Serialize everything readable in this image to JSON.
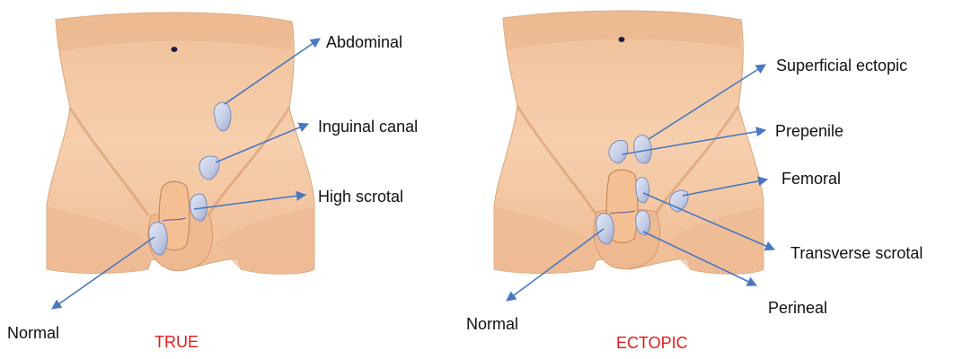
{
  "colors": {
    "skin": "#f4c9a4",
    "skin_shadow": "#e2ad82",
    "skin_dark": "#d69a6d",
    "testis": "#c3cbe4",
    "testis_edge": "#7f8cb6",
    "arrow": "#4a77c2",
    "caption": "#e21b1b",
    "navel": "#1c2140"
  },
  "true_panel": {
    "caption": "TRUE",
    "labels": {
      "abdominal": "Abdominal",
      "inguinal": "Inguinal canal",
      "high_scrotal": "High scrotal",
      "normal": "Normal"
    }
  },
  "ectopic_panel": {
    "caption": "ECTOPIC",
    "labels": {
      "superficial": "Superficial ectopic",
      "prepenile": "Prepenile",
      "femoral": "Femoral",
      "transverse": "Transverse scrotal",
      "perineal": "Perineal",
      "normal": "Normal"
    }
  }
}
